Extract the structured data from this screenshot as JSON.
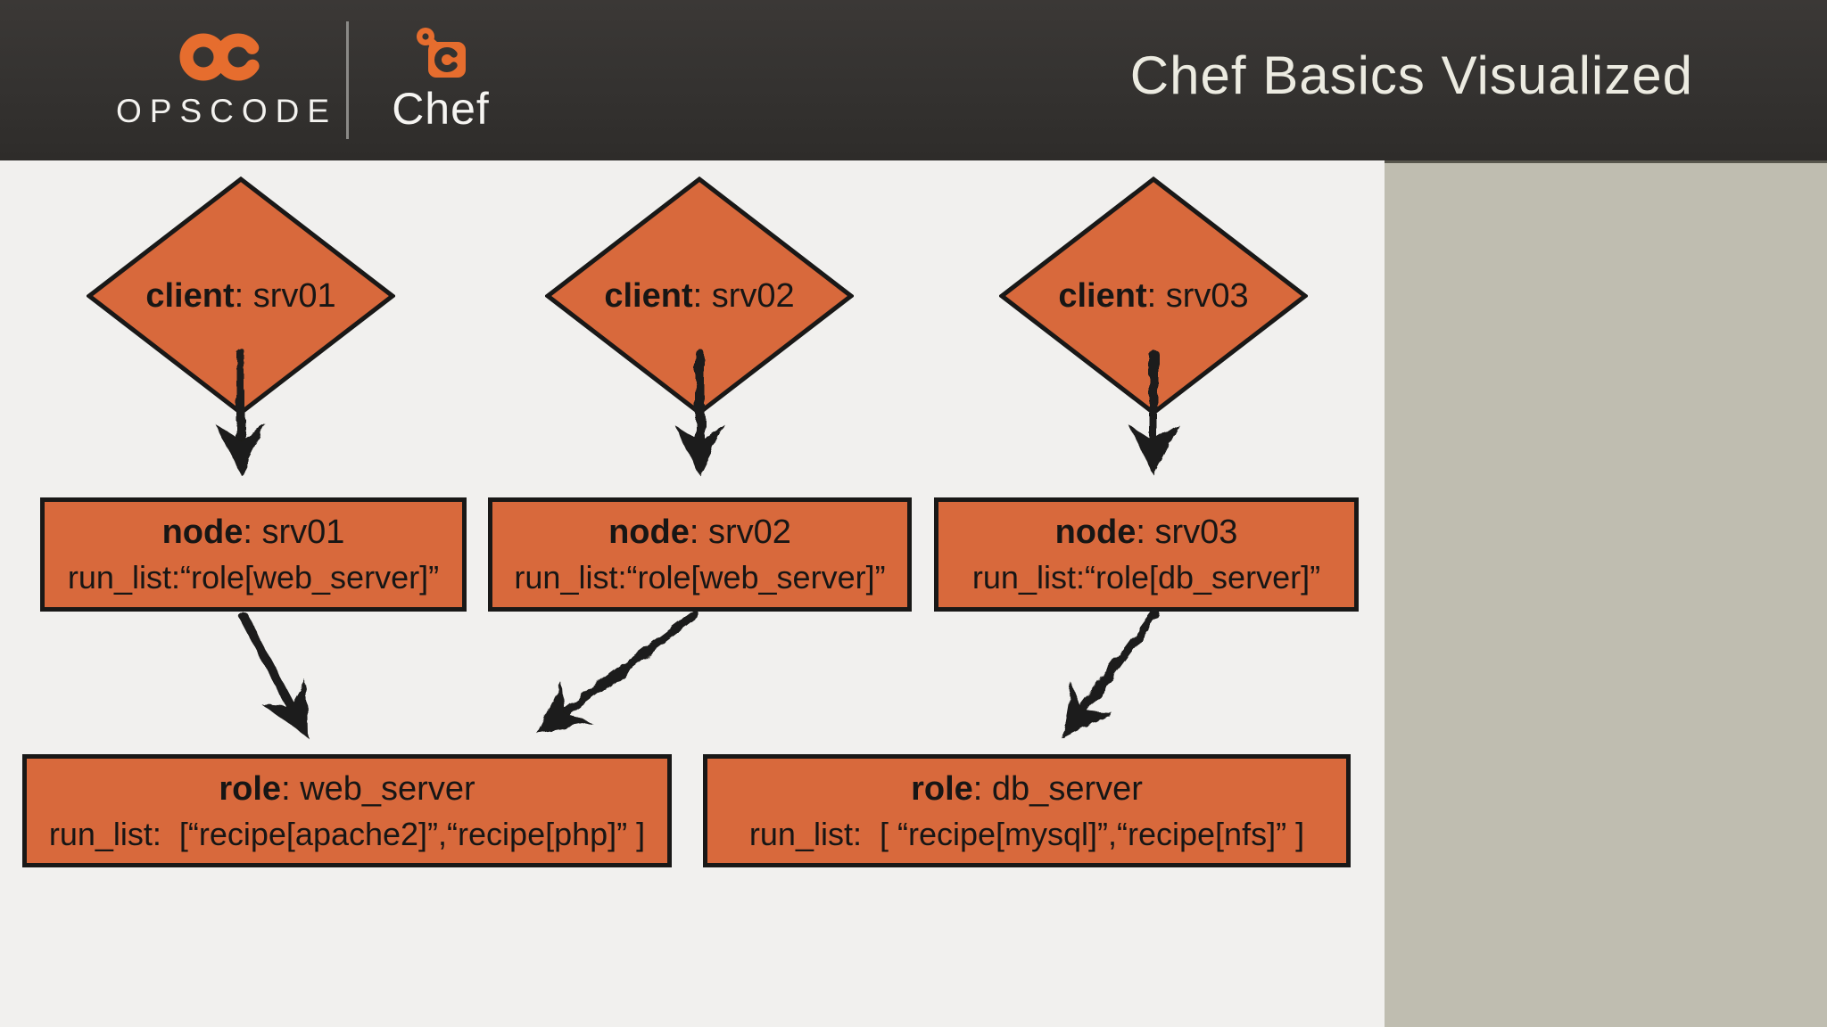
{
  "header": {
    "title": "Chef Basics Visualized",
    "brand": {
      "opscode_label": "OPSCODE",
      "chef_label": "Chef"
    }
  },
  "colors": {
    "accent_orange": "#d8693c",
    "header_background": "#343230",
    "canvas_background": "#f1f0ee",
    "side_panel": "#bfbdb0",
    "ink": "#191817",
    "title_text": "#ecebe1"
  },
  "diagram": {
    "clients": [
      {
        "kind": "client",
        "rest": ": srv01"
      },
      {
        "kind": "client",
        "rest": ": srv02"
      },
      {
        "kind": "client",
        "rest": ": srv03"
      }
    ],
    "nodes": [
      {
        "kind": "node",
        "rest": ": srv01",
        "run_list": "run_list:“role[web_server]”"
      },
      {
        "kind": "node",
        "rest": ": srv02",
        "run_list": "run_list:“role[web_server]”"
      },
      {
        "kind": "node",
        "rest": ": srv03",
        "run_list": "run_list:“role[db_server]”"
      }
    ],
    "roles": [
      {
        "kind": "role",
        "rest": ": web_server",
        "run_list": "run_list:  [“recipe[apache2]”,“recipe[php]” ]"
      },
      {
        "kind": "role",
        "rest": ": db_server",
        "run_list": "run_list:  [ “recipe[mysql]”,“recipe[nfs]” ]"
      }
    ]
  }
}
